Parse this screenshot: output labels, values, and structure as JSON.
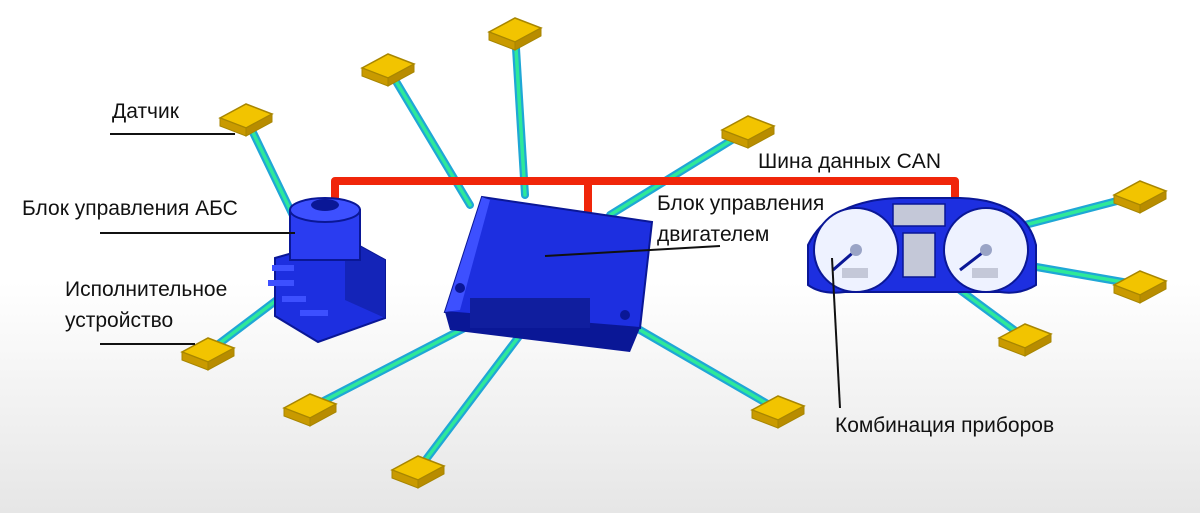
{
  "labels": {
    "sensor": "Датчик",
    "abs_unit": "Блок управления АБС",
    "actuator_line1": "Исполнительное",
    "actuator_line2": "устройство",
    "can_bus": "Шина данных CAN",
    "ecu_line1": "Блок управления",
    "ecu_line2": "двигателем",
    "cluster": "Комбинация приборов"
  },
  "colors": {
    "background_top": "#ffffff",
    "background_bottom": "#e6e6e6",
    "can_bus": "#f0260a",
    "node": "#f2c400",
    "node_edge": "#a88600",
    "wire_outer": "#1fa7d6",
    "wire_inner": "#2ee89a",
    "module_blue": "#1d2fe0",
    "module_dark": "#0a1796",
    "leader_line": "#111111"
  },
  "icons": {
    "sensor_node": "yellow-square-node",
    "abs_unit": "abs-hydraulic-block",
    "ecu": "engine-ecu-box",
    "cluster": "instrument-cluster-gauges"
  }
}
